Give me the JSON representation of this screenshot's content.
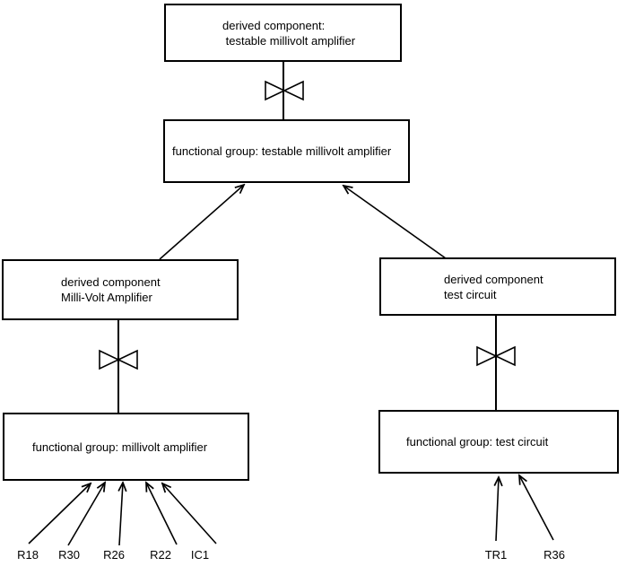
{
  "colors": {
    "line": "#000000",
    "text": "#000000",
    "background": "#ffffff"
  },
  "symbols": {
    "decomposition": "bowtie",
    "relation_arrowhead": "open-v"
  },
  "diagram": {
    "root_derived": {
      "line1": "derived component:",
      "line2": " testable millivolt amplifier"
    },
    "root_group": {
      "label": "functional group: testable millivolt amplifier"
    },
    "left": {
      "derived": {
        "line1": "derived component",
        "line2": "Milli-Volt Amplifier"
      },
      "group": {
        "label": "functional group: millivolt amplifier"
      },
      "components": [
        "R18",
        "R30",
        "R26",
        "R22",
        "IC1"
      ]
    },
    "right": {
      "derived": {
        "line1": "derived component",
        "line2": "test circuit"
      },
      "group": {
        "label": "functional group: test circuit"
      },
      "components": [
        "TR1",
        "R36"
      ]
    }
  }
}
